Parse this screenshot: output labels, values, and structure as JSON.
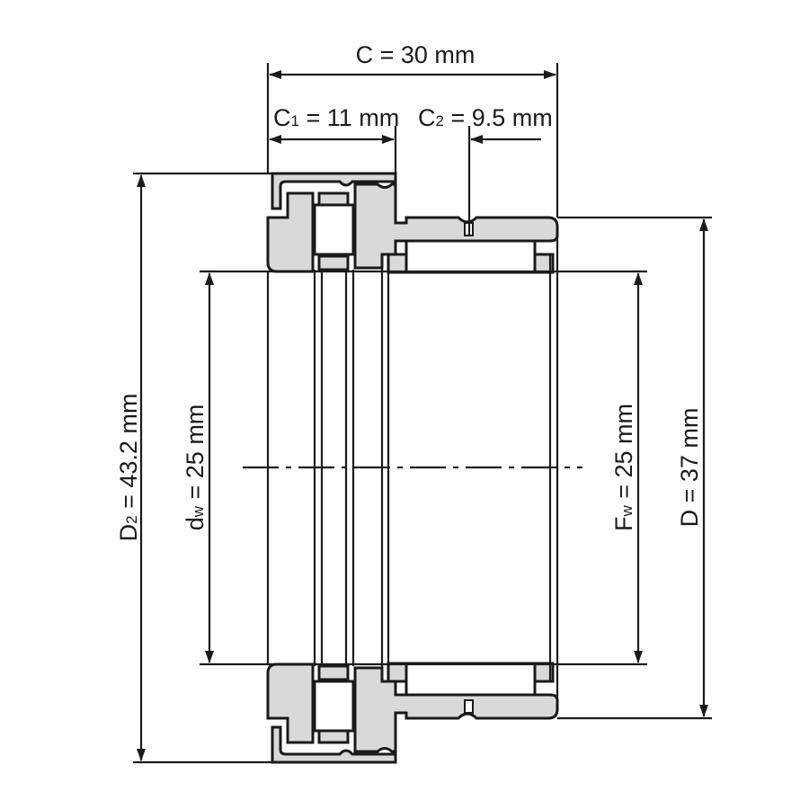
{
  "title": "Needle roller / ball combined bearing dimension drawing",
  "dimensions": {
    "C": {
      "sym": "C",
      "sub": "",
      "value": " = 30 mm"
    },
    "C1": {
      "sym": "C",
      "sub": "1",
      "value": " = 11 mm"
    },
    "C2": {
      "sym": "C",
      "sub": "2",
      "value": " = 9.5 mm"
    },
    "D2": {
      "sym": "D",
      "sub": "2",
      "value": " = 43.2 mm"
    },
    "dw": {
      "sym": "d",
      "sub": "w",
      "value": " = 25 mm"
    },
    "Fw": {
      "sym": "F",
      "sub": "w",
      "value": " = 25 mm"
    },
    "D": {
      "sym": "D",
      "sub": "",
      "value": " = 37 mm"
    }
  },
  "colors": {
    "section_fill": "#d9d9d9",
    "line": "#1a1a1a"
  }
}
